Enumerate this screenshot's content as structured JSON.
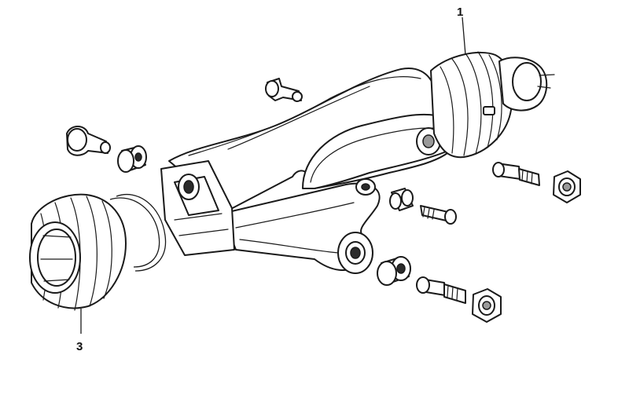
{
  "callouts": [
    {
      "id": "1",
      "label": "1"
    },
    {
      "id": "3",
      "label": "3"
    }
  ],
  "colors": {
    "ink": "#1a1a1a",
    "background": "#ffffff"
  }
}
